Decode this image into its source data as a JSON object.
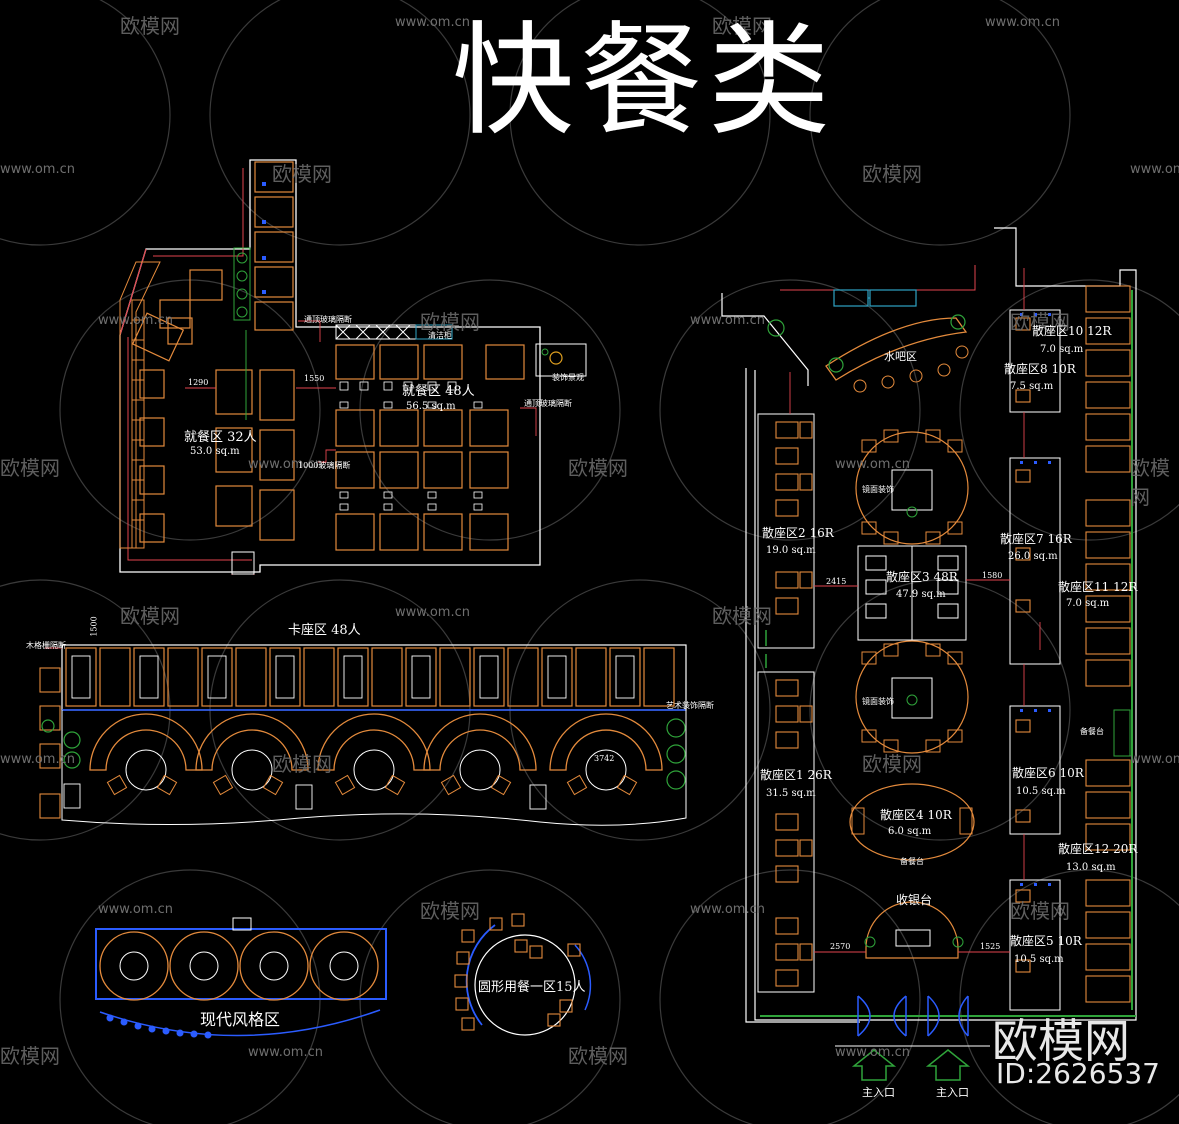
{
  "title": "快餐类",
  "watermark": {
    "brand": "欧模网",
    "site": "www.om.cn",
    "id": "ID:2626537"
  },
  "plan_left": {
    "zone_a_name": "就餐区 32人",
    "zone_a_area": "53.0 sq.m",
    "zone_b_name": "就餐区 48人",
    "zone_b_area": "56.5 sq.m",
    "dim_1290": "1290",
    "dim_1550": "1550",
    "dim_1000": "1000玻璃隔断",
    "note_glass_1": "通顶玻璃隔断",
    "note_glass_2": "通顶玻璃隔断",
    "note_cleaning": "清洁柜",
    "note_landscape": "装饰景观"
  },
  "booth": {
    "name": "卡座区 48人",
    "dim_1500": "1500",
    "note_wood": "木格栅隔断",
    "note_art": "艺术装饰隔断",
    "dim_3742": "3742"
  },
  "modern": {
    "name": "现代风格区"
  },
  "round": {
    "name": "圆形用餐一区15人"
  },
  "plan_right": {
    "bar": "水吧区",
    "scatter1": "散座区1 26R",
    "scatter1_area": "31.5 sq.m",
    "scatter2": "散座区2 16R",
    "scatter2_area": "19.0 sq.m",
    "scatter3": "散座区3 48R",
    "scatter3_area": "47.9 sq.m",
    "scatter4": "散座区4 10R",
    "scatter4_area": "6.0 sq.m",
    "scatter5": "散座区5 10R",
    "scatter5_area": "10.5 sq.m",
    "scatter6": "散座区6 10R",
    "scatter6_area": "10.5 sq.m",
    "scatter7": "散座区7 16R",
    "scatter7_area": "26.0 sq.m",
    "scatter8": "散座区8 10R",
    "scatter8_area": "7.5 sq.m",
    "scatter10": "散座区10 12R",
    "scatter10_area": "7.0 sq.m",
    "scatter11": "散座区11 12R",
    "scatter11_area": "7.0 sq.m",
    "scatter12": "散座区12 20R",
    "scatter12_area": "13.0 sq.m",
    "cashier": "收银台",
    "entrance_1": "主入口",
    "entrance_2": "主入口",
    "note_mirror1": "镜面装饰",
    "note_mirror2": "镜面装饰",
    "note_prep": "备餐台",
    "note_prep2": "备餐台",
    "dim_2415": "2415",
    "dim_1580": "1580",
    "dim_2570": "2570",
    "dim_1525": "1525"
  }
}
